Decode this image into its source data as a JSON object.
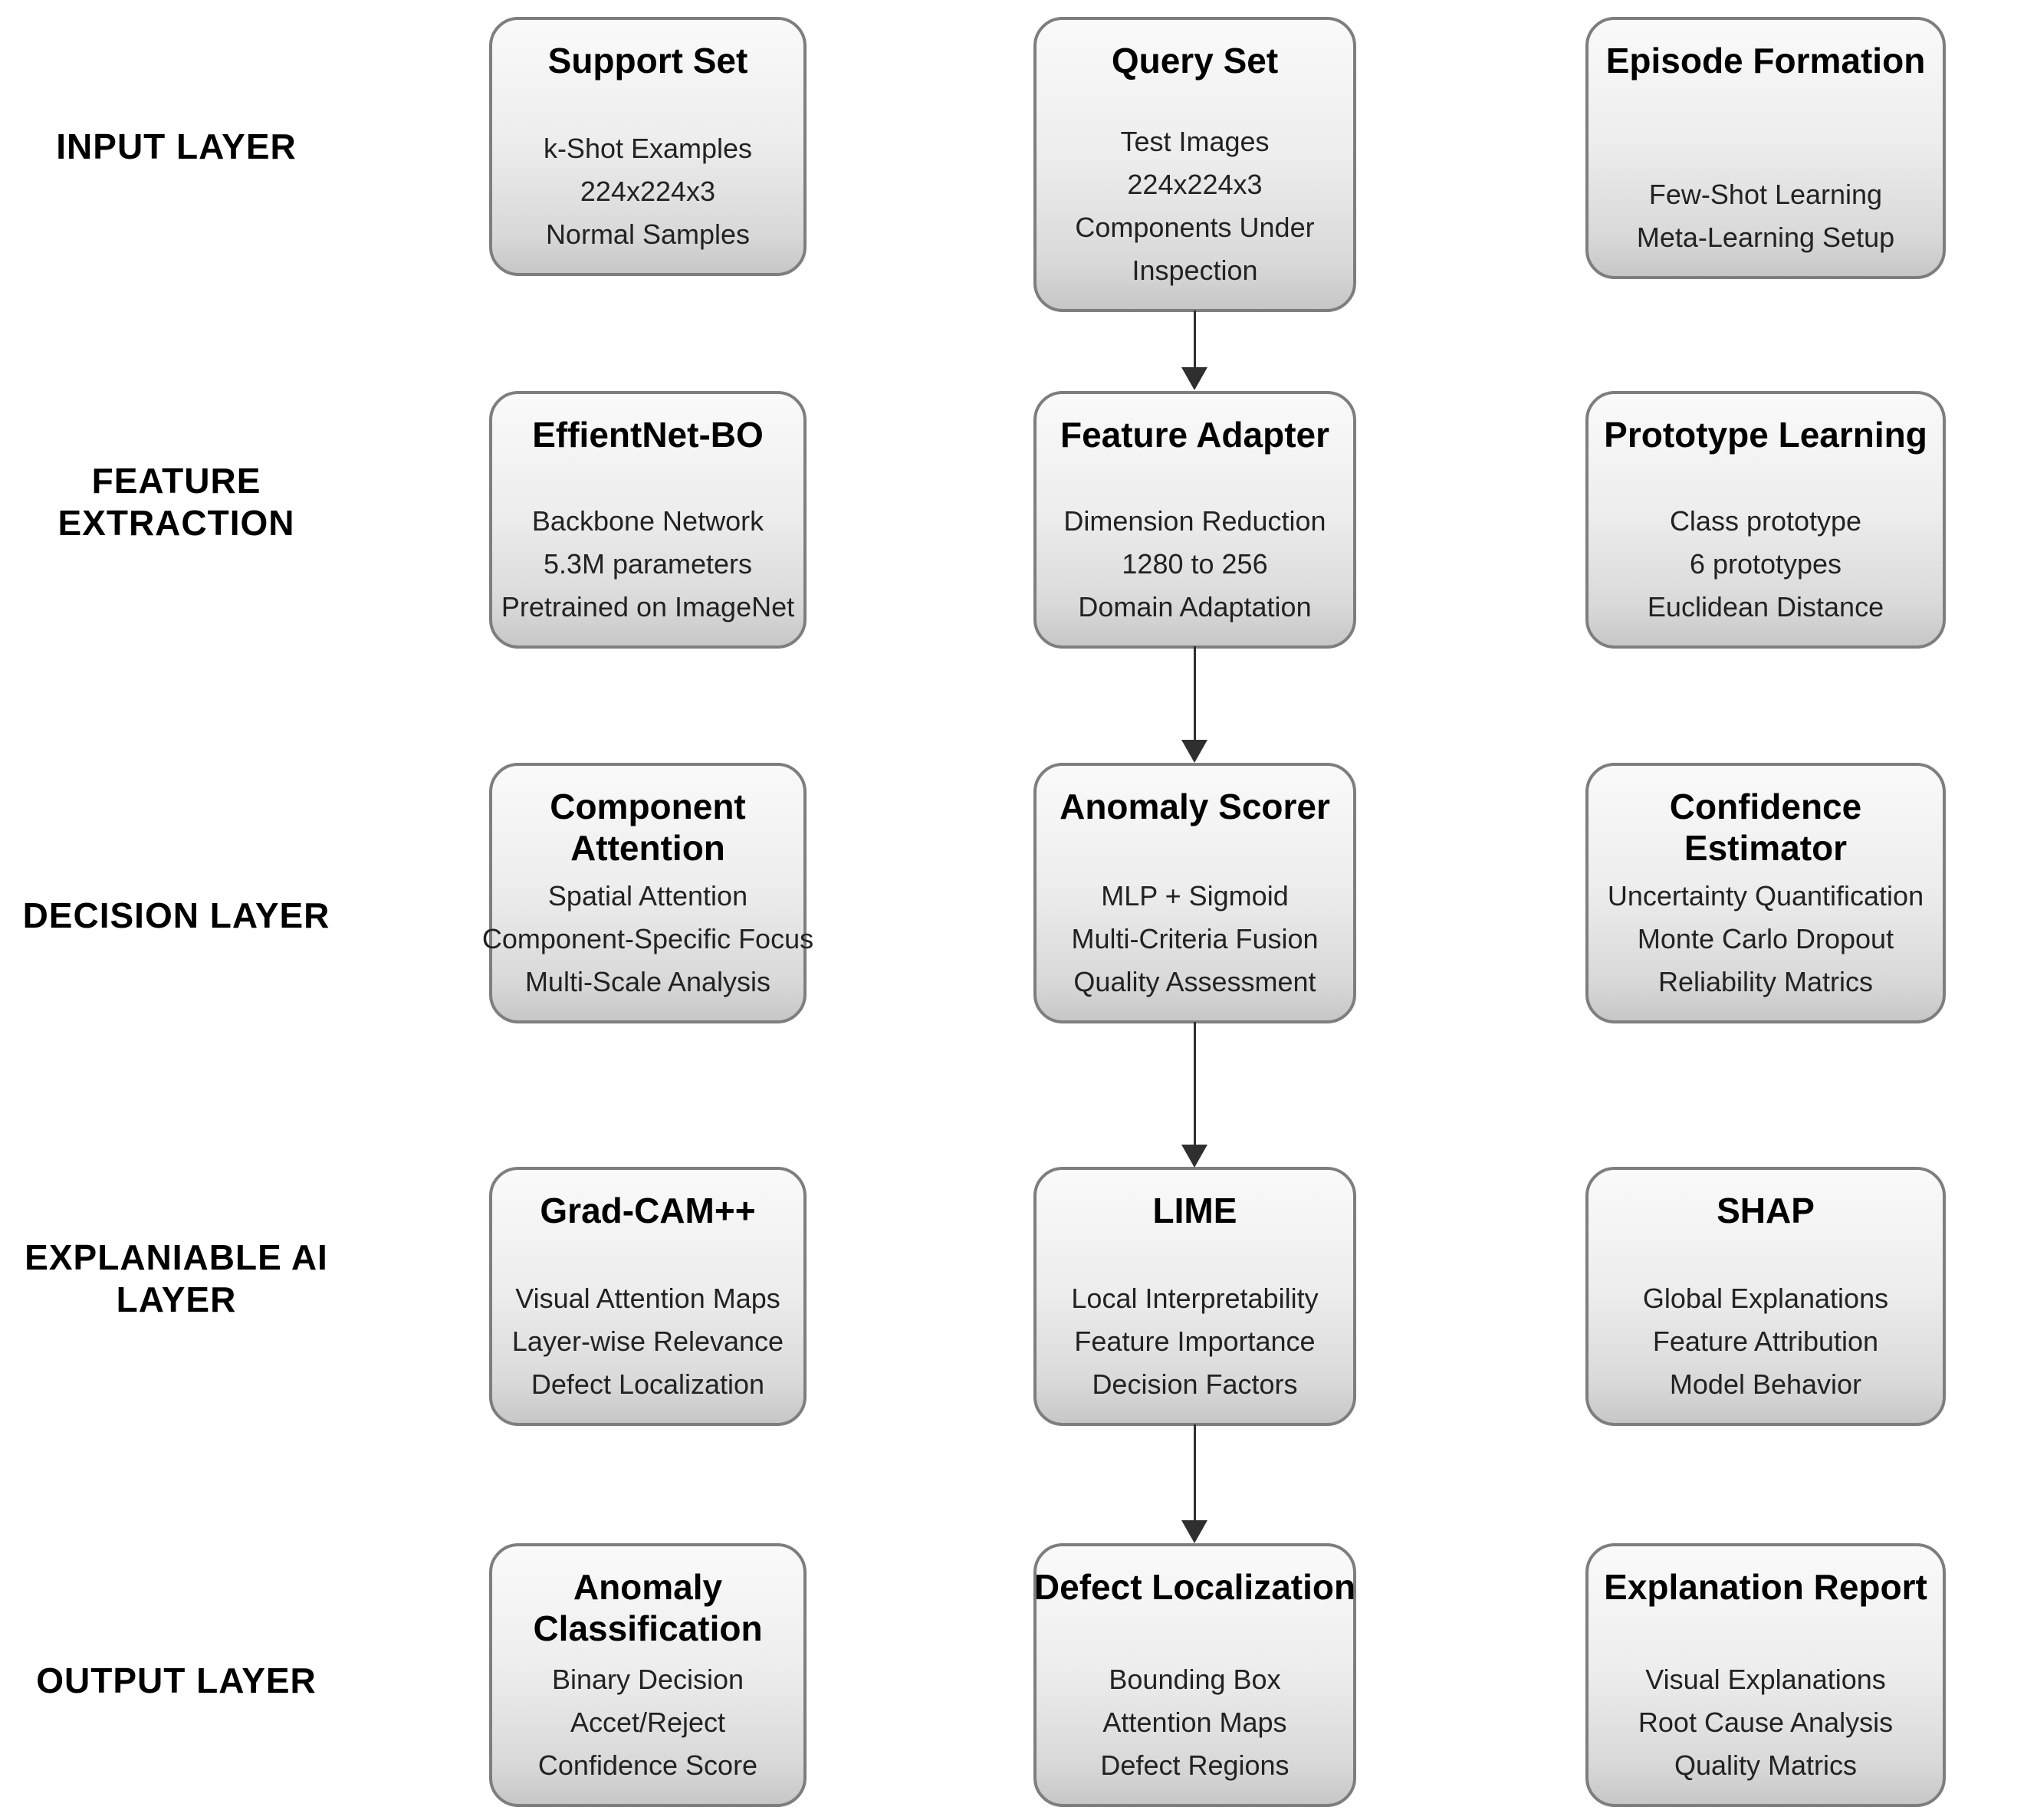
{
  "diagram": {
    "colors": {
      "box_border": "#7e7e7e",
      "box_gradient_top": "#fafafa",
      "box_gradient_bottom": "#c7c7c7",
      "arrow": "#2f2f2f",
      "text": "#000000"
    },
    "connections": [
      "Query Set -> Feature Adapter",
      "Feature Adapter -> Anomaly Scorer",
      "Anomaly Scorer -> LIME",
      "LIME -> Defect Localization"
    ],
    "rows": [
      {
        "label": "INPUT LAYER",
        "boxes": [
          {
            "title_lines": [
              "Support Set"
            ],
            "lines": [
              "k-Shot Examples",
              "224x224x3",
              "Normal Samples"
            ]
          },
          {
            "title_lines": [
              "Query Set"
            ],
            "lines": [
              "Test Images",
              "224x224x3",
              "Components Under",
              "Inspection"
            ]
          },
          {
            "title_lines": [
              "Episode Formation"
            ],
            "lines": [
              "Few-Shot Learning",
              "Meta-Learning Setup"
            ]
          }
        ]
      },
      {
        "label": "FEATURE EXTRACTION",
        "boxes": [
          {
            "title_lines": [
              "EffientNet-BO"
            ],
            "lines": [
              "Backbone Network",
              "5.3M parameters",
              "Pretrained on ImageNet"
            ]
          },
          {
            "title_lines": [
              "Feature Adapter"
            ],
            "lines": [
              "Dimension Reduction",
              "1280 to 256",
              "Domain Adaptation"
            ]
          },
          {
            "title_lines": [
              "Prototype Learning"
            ],
            "lines": [
              "Class prototype",
              "6 prototypes",
              "Euclidean Distance"
            ]
          }
        ]
      },
      {
        "label": "DECISION LAYER",
        "boxes": [
          {
            "title_lines": [
              "Component",
              "Attention"
            ],
            "lines": [
              "Spatial Attention",
              "Component-Specific Focus",
              "Multi-Scale Analysis"
            ]
          },
          {
            "title_lines": [
              "Anomaly Scorer"
            ],
            "lines": [
              "MLP + Sigmoid",
              "Multi-Criteria Fusion",
              "Quality Assessment"
            ]
          },
          {
            "title_lines": [
              "Confidence",
              "Estimator"
            ],
            "lines": [
              "Uncertainty Quantification",
              "Monte Carlo Dropout",
              "Reliability Matrics"
            ]
          }
        ]
      },
      {
        "label": "EXPLANIABLE AI LAYER",
        "boxes": [
          {
            "title_lines": [
              "Grad-CAM++"
            ],
            "lines": [
              "Visual Attention Maps",
              "Layer-wise Relevance",
              "Defect Localization"
            ]
          },
          {
            "title_lines": [
              "LIME"
            ],
            "lines": [
              "Local Interpretability",
              "Feature Importance",
              "Decision Factors"
            ]
          },
          {
            "title_lines": [
              "SHAP"
            ],
            "lines": [
              "Global Explanations",
              "Feature Attribution",
              "Model Behavior"
            ]
          }
        ]
      },
      {
        "label": "OUTPUT LAYER",
        "boxes": [
          {
            "title_lines": [
              "Anomaly",
              "Classification"
            ],
            "lines": [
              "Binary Decision",
              "Accet/Reject",
              "Confidence Score"
            ]
          },
          {
            "title_lines": [
              "Defect Localization"
            ],
            "lines": [
              "Bounding Box",
              "Attention Maps",
              "Defect Regions"
            ]
          },
          {
            "title_lines": [
              "Explanation Report"
            ],
            "lines": [
              "Visual Explanations",
              "Root Cause Analysis",
              "Quality Matrics"
            ]
          }
        ]
      }
    ]
  }
}
